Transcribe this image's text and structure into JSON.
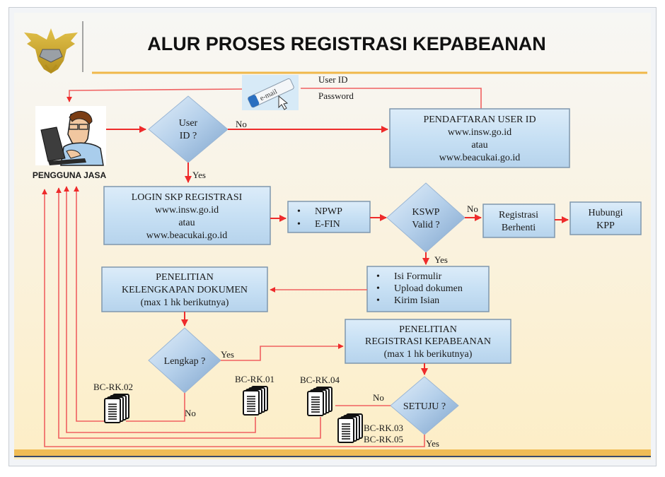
{
  "slide": {
    "title": "ALUR PROSES REGISTRASI KEPABEANAN",
    "colors": {
      "accent_line": "#f0b84a",
      "arrow": "#ee2b2b",
      "box_fill": "#c6dff3",
      "bg_top": "#f7f6f2",
      "bg_bottom": "#fdefc9"
    }
  },
  "actor": {
    "label": "PENGGUNA JASA"
  },
  "email_icon": {
    "text": "e-mail",
    "user_id": "User ID",
    "password": "Password"
  },
  "decisions": {
    "user_id": {
      "line1": "User",
      "line2": "ID ?"
    },
    "kswp": {
      "line1": "KSWP",
      "line2": "Valid ?"
    },
    "lengkap": {
      "line1": "Lengkap ?"
    },
    "setuju": {
      "line1": "SETUJU ?"
    }
  },
  "boxes": {
    "pendaftaran": {
      "line1": "PENDAFTARAN USER ID",
      "line2": "www.insw.go.id",
      "line3": "atau",
      "line4": "www.beacukai.go.id"
    },
    "login": {
      "line1": "LOGIN SKP REGISTRASI",
      "line2": "www.insw.go.id",
      "line3": "atau",
      "line4": "www.beacukai.go.id"
    },
    "npwp": {
      "items": [
        "NPWP",
        "E-FIN"
      ]
    },
    "registrasi_berhenti": {
      "line1": "Registrasi",
      "line2": "Berhenti"
    },
    "hubungi": {
      "line1": "Hubungi",
      "line2": "KPP"
    },
    "formulir": {
      "items": [
        "Isi Formulir",
        "Upload dokumen",
        "Kirim Isian"
      ]
    },
    "penelitian_kelengkapan": {
      "line1": "PENELITIAN",
      "line2": "KELENGKAPAN DOKUMEN",
      "line3": "(max 1 hk berikutnya)"
    },
    "penelitian_registrasi": {
      "line1": "PENELITIAN",
      "line2": "REGISTRASI KEPABEANAN",
      "line3": "(max 1 hk berikutnya)"
    }
  },
  "edge_labels": {
    "yes": "Yes",
    "no": "No",
    "bullet": "•"
  },
  "documents": {
    "rk02": "BC-RK.02",
    "rk01": "BC-RK.01",
    "rk04": "BC-RK.04",
    "rk03": "BC-RK.03",
    "rk05": "BC-RK.05"
  }
}
